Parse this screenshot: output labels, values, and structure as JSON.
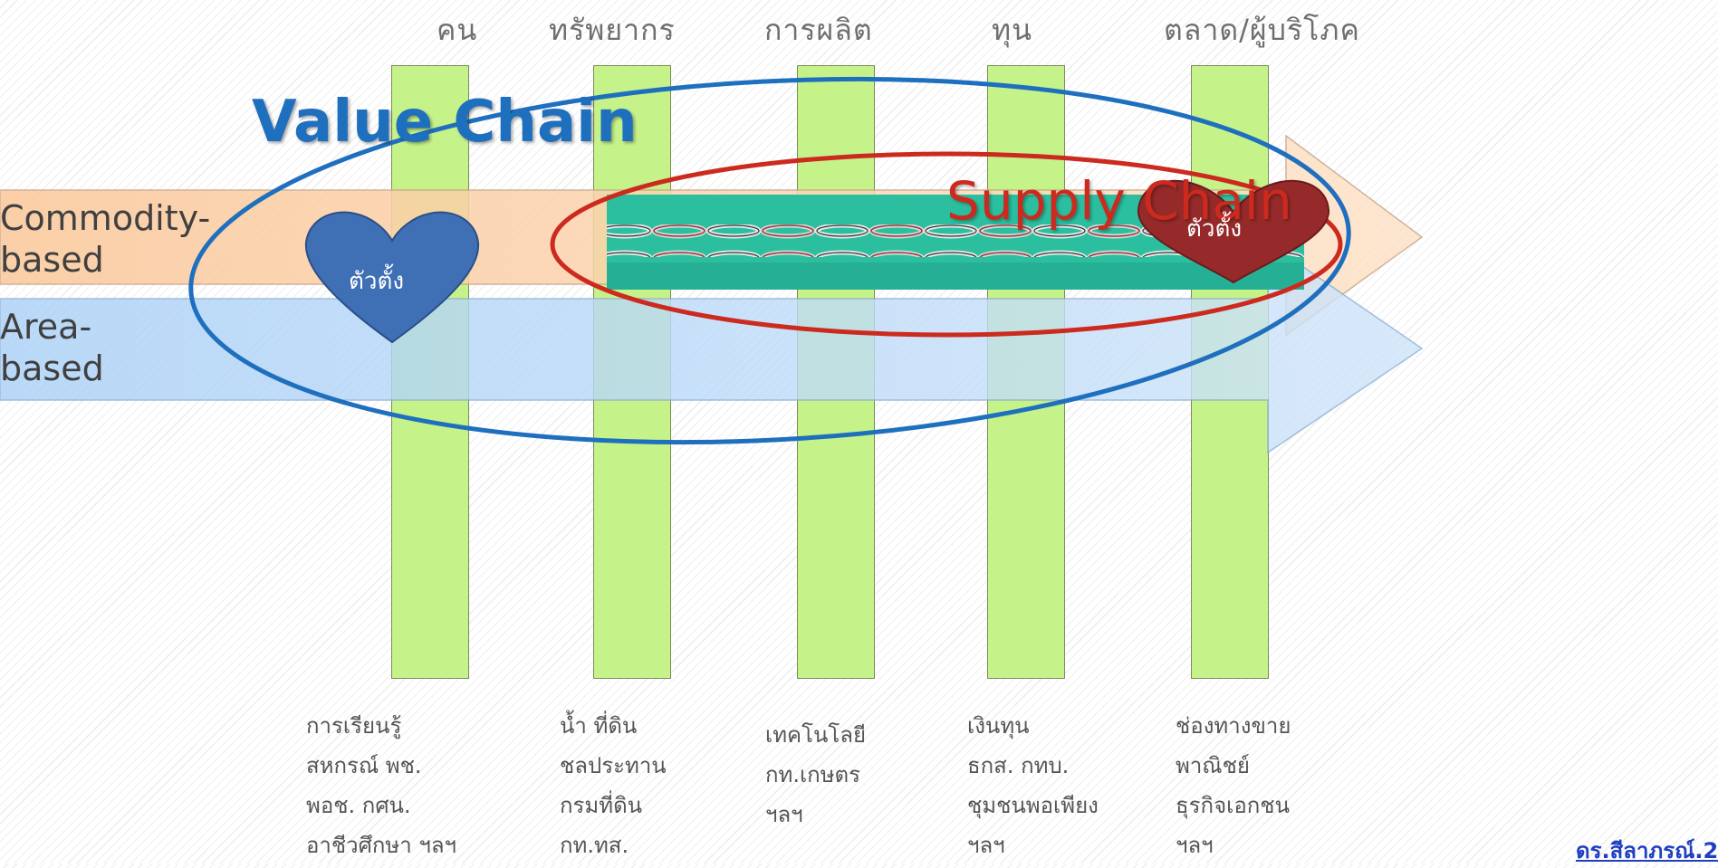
{
  "columns": [
    {
      "header": "คน",
      "items": [
        "การเรียนรู้",
        "สหกรณ์ พช.",
        "พอช. กศน.",
        "อาชีวศึกษา ฯลฯ"
      ]
    },
    {
      "header": "ทรัพยากร",
      "items": [
        "น้ำ ที่ดิน",
        "ชลประทาน",
        "กรมที่ดิน",
        "กท.ทส."
      ]
    },
    {
      "header": "การผลิต",
      "items": [
        "เทคโนโลยี",
        "กท.เกษตร",
        "ฯลฯ"
      ]
    },
    {
      "header": "ทุน",
      "items": [
        "เงินทุน",
        "ธกส. กทบ.",
        "ชุมชนพอเพียง",
        "ฯลฯ"
      ]
    },
    {
      "header": "ตลาด/ผู้บริโภค",
      "items": [
        "ช่องทางขาย",
        "พาณิชย์",
        "ธุรกิจเอกชน",
        "ฯลฯ"
      ]
    }
  ],
  "rows": {
    "commodity": "Commodity-\nbased",
    "area": "Area-\nbased"
  },
  "titles": {
    "value_chain": "Value Chain",
    "supply_chain": "Supply Chain"
  },
  "hearts": {
    "left": "ตัวตั้ง",
    "right": "ตัวตั้ง"
  },
  "credit": "ดร.สีลาภรณ์.2",
  "colors": {
    "value_chain": "#1f6fbf",
    "supply_chain": "#cc2a1e",
    "commodity_arrow": "#fbd7b3",
    "area_arrow": "#bcd9f7",
    "column_bars": "#c6f28a",
    "heart_left": "#3f6fb5",
    "heart_right": "#962a2a",
    "chain_band": "#2bbfa0"
  }
}
